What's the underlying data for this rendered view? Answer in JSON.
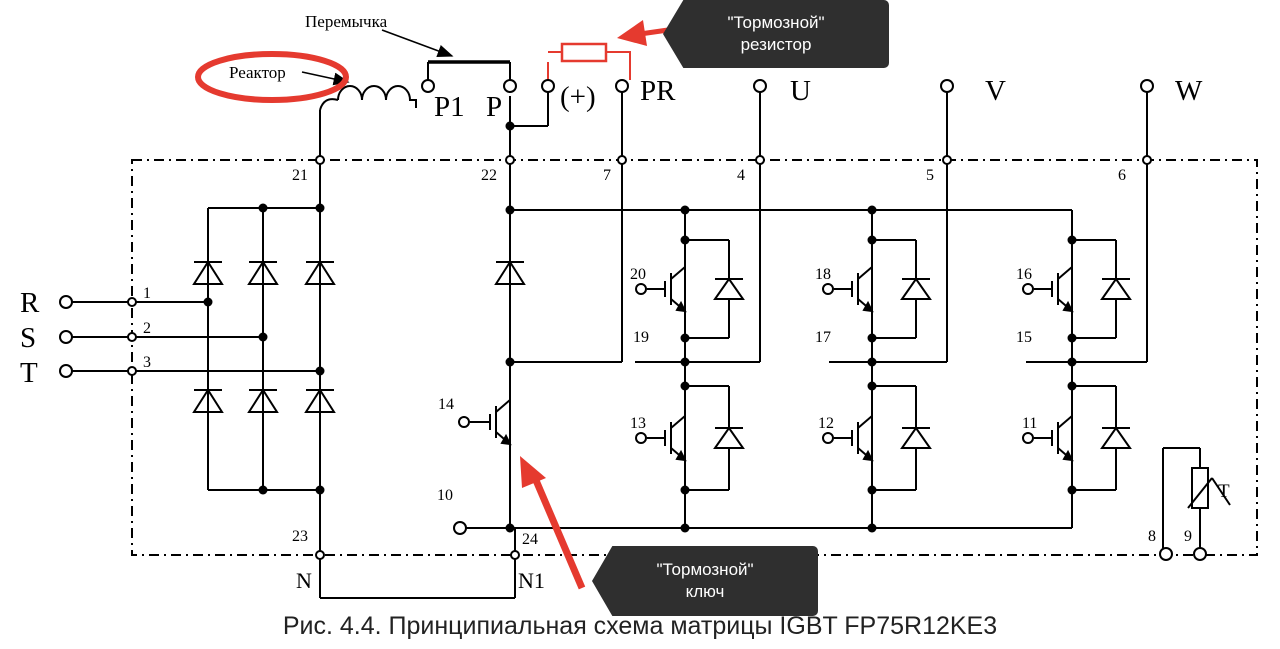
{
  "annotations": {
    "jumper": "Перемычка",
    "reactor": "Реактор",
    "brake_resistor_callout": [
      "\"Тормозной\"",
      "резистор"
    ],
    "brake_key_callout": [
      "\"Тормозной\"",
      "ключ"
    ]
  },
  "terminals": {
    "p1": "P1",
    "p": "P",
    "plus": "(+)",
    "pr": "PR",
    "u": "U",
    "v": "V",
    "w": "W",
    "r": "R",
    "s": "S",
    "t": "T",
    "n": "N",
    "n1": "N1",
    "thermistor": "T"
  },
  "pins": [
    "21",
    "22",
    "7",
    "4",
    "5",
    "6",
    "1",
    "2",
    "3",
    "20",
    "19",
    "18",
    "17",
    "16",
    "15",
    "14",
    "13",
    "12",
    "11",
    "10",
    "23",
    "24",
    "8",
    "9"
  ],
  "caption": "Рис. 4.4. Принципиальная схема матрицы IGBT FP75R12KE3",
  "colors": {
    "highlight": "#e53a2f",
    "callout_bg": "#2f2f2f",
    "line": "#000000"
  }
}
